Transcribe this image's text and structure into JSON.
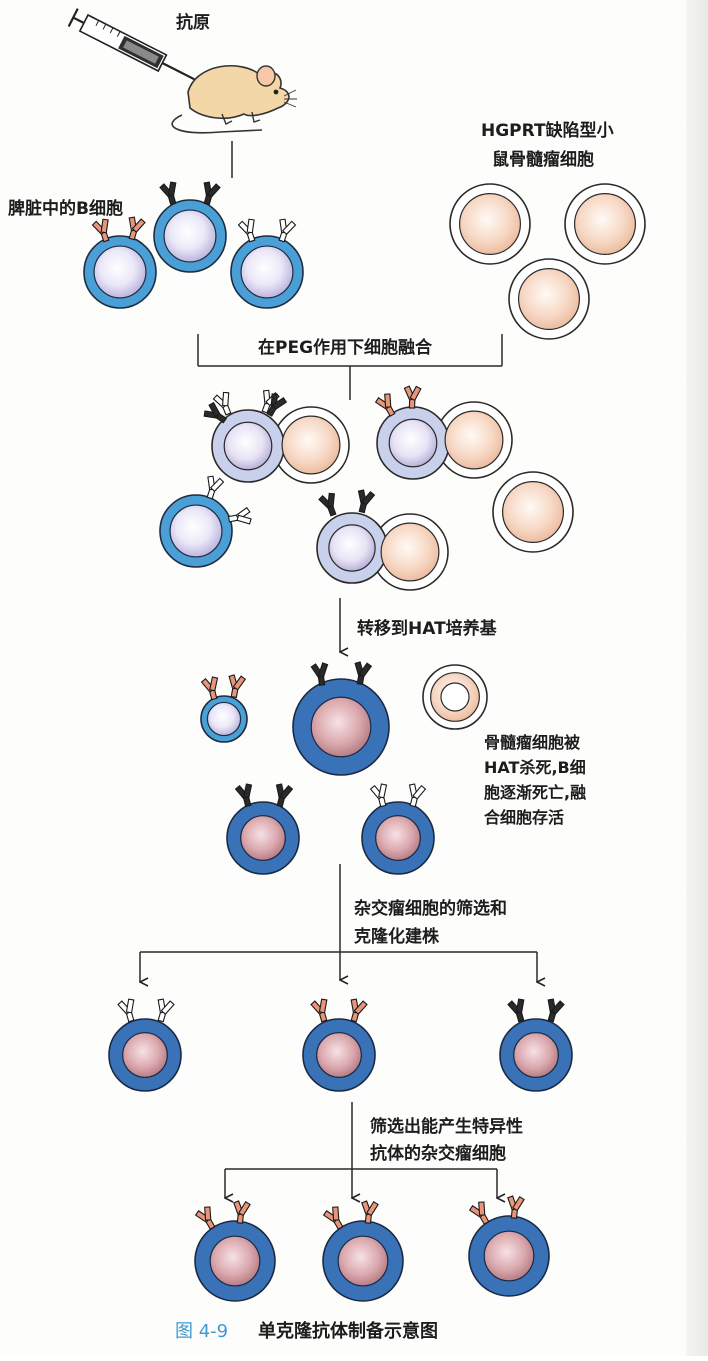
{
  "labels": {
    "antigen": "抗原",
    "b_cells": "脾脏中的B细胞",
    "myeloma_line1": "HGPRT缺陷型小",
    "myeloma_line2": "鼠骨髓瘤细胞",
    "peg": "在PEG作用下细胞融合",
    "hat": "转移到HAT培养基",
    "hat_result_line1": "骨髓瘤细胞被",
    "hat_result_line2": "HAT杀死,B细",
    "hat_result_line3": "胞逐渐死亡,融",
    "hat_result_line4": "合细胞存活",
    "screen_line1": "杂交瘤细胞的筛选和",
    "screen_line2": "克隆化建株",
    "specific_line1": "筛选出能产生特异性",
    "specific_line2": "抗体的杂交瘤细胞"
  },
  "caption": {
    "number": "图 4-9",
    "title": "单克隆抗体制备示意图"
  },
  "colors": {
    "b_cell_ring": "#4a9fd6",
    "b_cell_inner": "#ebe9f8",
    "fused_ring": "#3a72b8",
    "fused_inner": "#d6a3a6",
    "myeloma_inner": "#f4d2bd",
    "antibody_black": "#2a2a2a",
    "antibody_salmon": "#e8957a",
    "antibody_white": "#ffffff"
  }
}
